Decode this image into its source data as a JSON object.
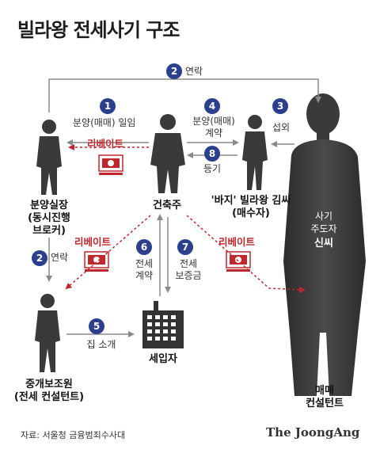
{
  "title": "빌라왕 전세사기 구조",
  "steps": {
    "s1": "1",
    "s2a": "2",
    "s2b": "2",
    "s3": "3",
    "s4": "4",
    "s5": "5",
    "s6": "6",
    "s7": "7",
    "s8": "8"
  },
  "labels": {
    "contact_top": "연락",
    "bunyang_entrust": "분양(매매) 일임",
    "rebate_left": "리베이트",
    "bunyang_contract_1": "분양(매매)",
    "bunyang_contract_2": "계약",
    "registration": "등기",
    "solicit": "섭외",
    "contact_left": "연락",
    "rebate_broker": "리베이트",
    "rebate_consultant": "리베이트",
    "jeonse_contract_1": "전세",
    "jeonse_contract_2": "계약",
    "jeonse_deposit_1": "전세",
    "jeonse_deposit_2": "보증금",
    "house_intro": "집 소개"
  },
  "actors": {
    "sales_manager_1": "분양실장",
    "sales_manager_2": "(동시진행",
    "sales_manager_3": "브로커)",
    "builder": "건축주",
    "villa_king_1": "'바지' 빌라왕 김씨",
    "villa_king_2": "(매수자)",
    "mastermind_1": "사기",
    "mastermind_2": "주도자",
    "mastermind_3": "신씨",
    "broker_assistant_1": "중개보조원",
    "broker_assistant_2": "(전세 컨설턴트)",
    "tenant": "세입자",
    "consultant_1": "매매",
    "consultant_2": "컨설턴트"
  },
  "source": "자료: 서울청 금융범죄수사대",
  "brand": "The JoongAng",
  "colors": {
    "step_badge": "#2b3f8c",
    "rebate_red": "#c0272d",
    "arrow_gray": "#8a8a8a",
    "figure": "#3a3a3a"
  }
}
